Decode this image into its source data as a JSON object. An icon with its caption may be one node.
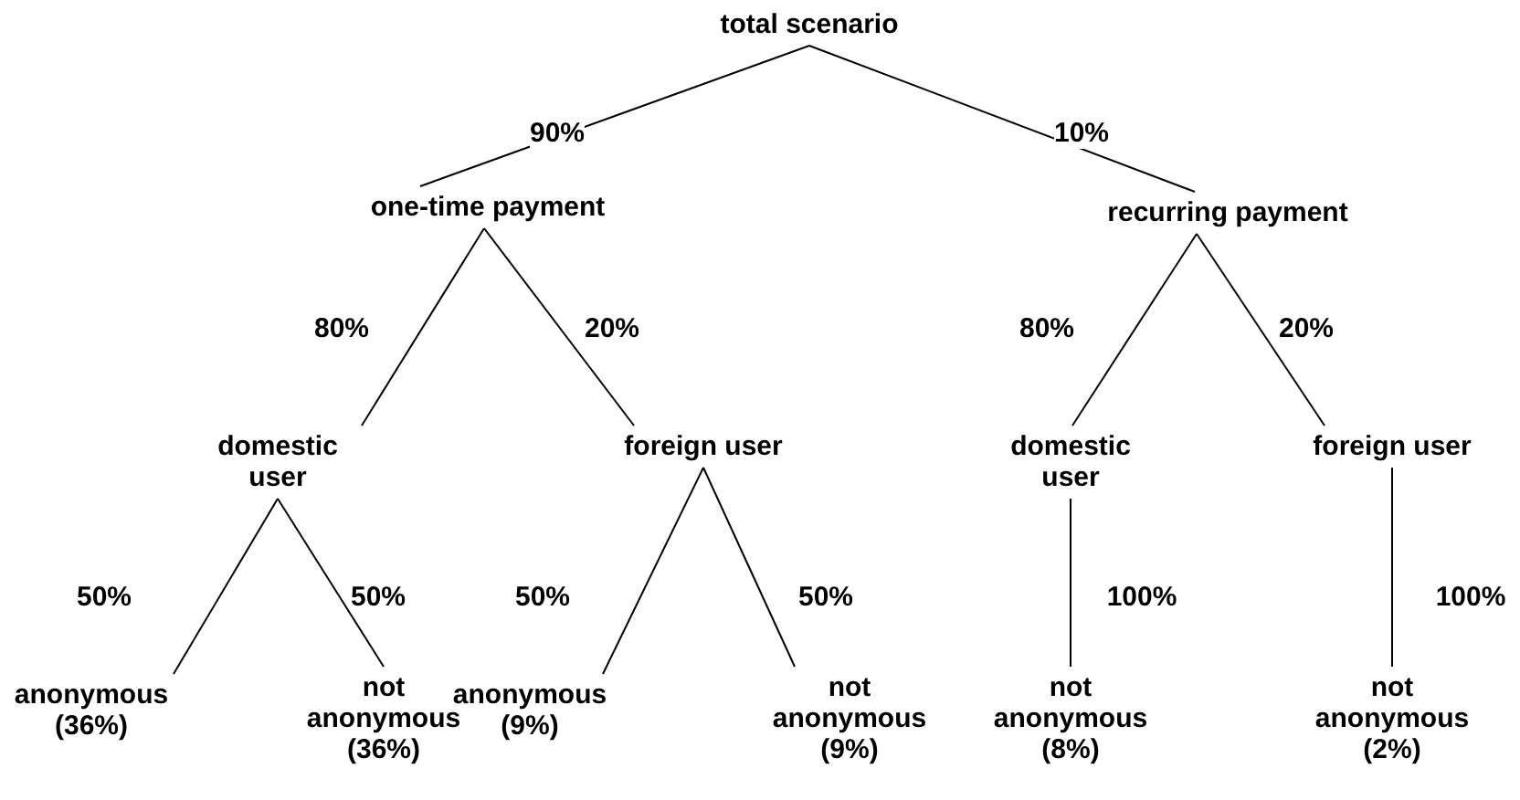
{
  "diagram": {
    "nodes": [
      {
        "text": [
          "total scenario"
        ]
      },
      {
        "text": [
          "one-time payment"
        ]
      },
      {
        "text": [
          "recurring payment"
        ]
      },
      {
        "text": [
          "domestic user"
        ]
      },
      {
        "text": [
          "foreign user"
        ]
      },
      {
        "text": [
          "domestic user"
        ]
      },
      {
        "text": [
          "foreign user"
        ]
      },
      {
        "text": [
          "anonymous (36%)"
        ]
      },
      {
        "text": [
          "not anonymous (36%)"
        ]
      },
      {
        "text": [
          "anonymous (9%)"
        ]
      },
      {
        "text": [
          "not anonymous (9%)"
        ]
      },
      {
        "text": [
          "not anonymous (8%)"
        ]
      },
      {
        "text": [
          "not anonymous (2%)"
        ]
      }
    ],
    "edges": [
      {
        "from": 0,
        "to": 1,
        "arrow": "none",
        "label": "90%"
      },
      {
        "from": 0,
        "to": 2,
        "arrow": "none",
        "label": "10%"
      },
      {
        "from": 1,
        "to": 3,
        "arrow": "none",
        "label": "80%"
      },
      {
        "from": 1,
        "to": 4,
        "arrow": "none",
        "label": "20%"
      },
      {
        "from": 2,
        "to": 5,
        "arrow": "none",
        "label": "80%"
      },
      {
        "from": 2,
        "to": 6,
        "arrow": "none",
        "label": "20%"
      },
      {
        "from": 3,
        "to": 7,
        "arrow": "none",
        "label": "50%"
      },
      {
        "from": 3,
        "to": 8,
        "arrow": "none",
        "label": "50%"
      },
      {
        "from": 4,
        "to": 9,
        "arrow": "none",
        "label": "50%"
      },
      {
        "from": 4,
        "to": 10,
        "arrow": "none",
        "label": "50%"
      },
      {
        "from": 5,
        "to": 11,
        "arrow": "none",
        "label": "100%"
      },
      {
        "from": 6,
        "to": 12,
        "arrow": "none",
        "label": "100%"
      }
    ]
  }
}
